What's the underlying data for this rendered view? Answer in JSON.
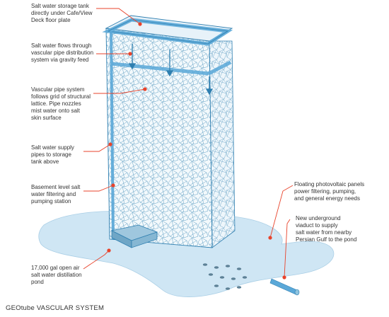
{
  "caption": "GEOtube VASCULAR SYSTEM",
  "colors": {
    "mesh": "#2f7fb0",
    "mesh_light": "#8ec3df",
    "pond": "#cfe6f4",
    "pond_edge": "#aacfe6",
    "pipe": "#5aa8d8",
    "annotation": "#e8432b",
    "text": "#333333"
  },
  "labels": {
    "storage_tank": "Salt water storage tank\ndirectly under Cafe/View\nDeck floor plate",
    "flow": "Salt water flows through\nvascular pipe distribution\nsystem via gravity feed",
    "grid": "Vascular pipe system\nfollows grid of structural\nlattice. Pipe nozzles\nmist water onto salt\nskin surface",
    "supply_pipes": "Salt water supply\npipes to storage\ntank above",
    "basement": "Basement level salt\nwater filtering and\npumping station",
    "pond": "17,000 gal open air\nsalt water distillation\npond",
    "photovoltaic": "Floating photovoltaic panels\npower filtering, pumping,\nand general energy needs",
    "viaduct": "New underground\nviaduct to supply\nsalt water from nearby\nPersian Gulf to the pond"
  }
}
